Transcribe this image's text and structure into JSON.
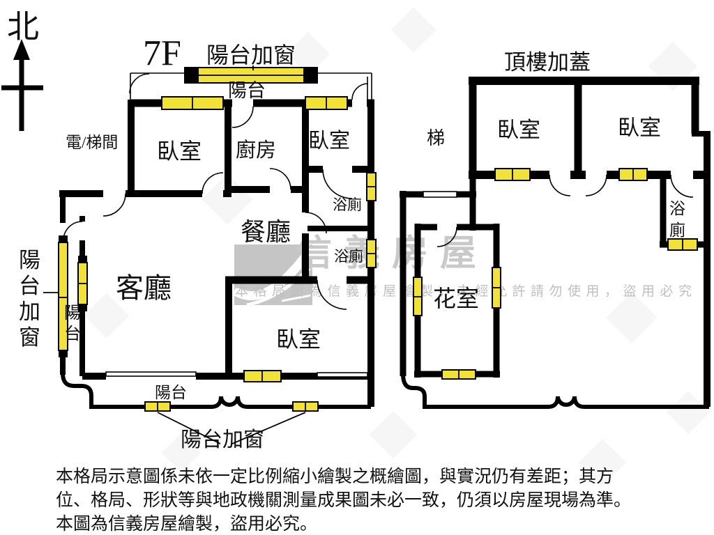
{
  "colors": {
    "wall": "#000000",
    "window_fill": "#f2e136",
    "watermark_gray": "#c9c9c9",
    "watermark_sub_gray": "#bfbfbf",
    "background": "#ffffff"
  },
  "compass": {
    "north_label": "北"
  },
  "left_plan": {
    "floor_label": "7F",
    "top_balcony_window_label": "陽台加窗",
    "top_balcony_label": "陽台",
    "elevator_label": "電/梯間",
    "bedroom1_label": "臥室",
    "kitchen_label": "廚房",
    "bedroom2_label": "臥室",
    "bath1_label": "浴廁",
    "bath2_label": "浴廁",
    "dining_label": "餐廳",
    "living_label": "客廳",
    "bedroom3_label": "臥室",
    "left_balcony_window_chars": [
      "陽",
      "台",
      "加",
      "窗"
    ],
    "left_balcony_chars": [
      "陽",
      "台"
    ],
    "bottom_balcony_label": "陽台",
    "bottom_balcony_window_label": "陽台加窗"
  },
  "right_plan": {
    "title": "頂樓加蓋",
    "stairs_label": "梯",
    "bedroom1_label": "臥室",
    "bedroom2_label": "臥室",
    "bath_chars": [
      "浴",
      "廁"
    ],
    "flower_room_label": "花室"
  },
  "watermark": {
    "brand": "信義房屋",
    "notice": "本格局圖為信義房屋繪製，未經允許請勿使用，盜用必究"
  },
  "disclaimer": {
    "line1": "本格局示意圖係未依一定比例縮小繪製之概繪圖，與實況仍有差距；其方",
    "line2": "位、格局、形狀等與地政機關測量成果圖未必一致，仍須以房屋現場為準。",
    "line3": "本圖為信義房屋繪製，盜用必究。"
  }
}
